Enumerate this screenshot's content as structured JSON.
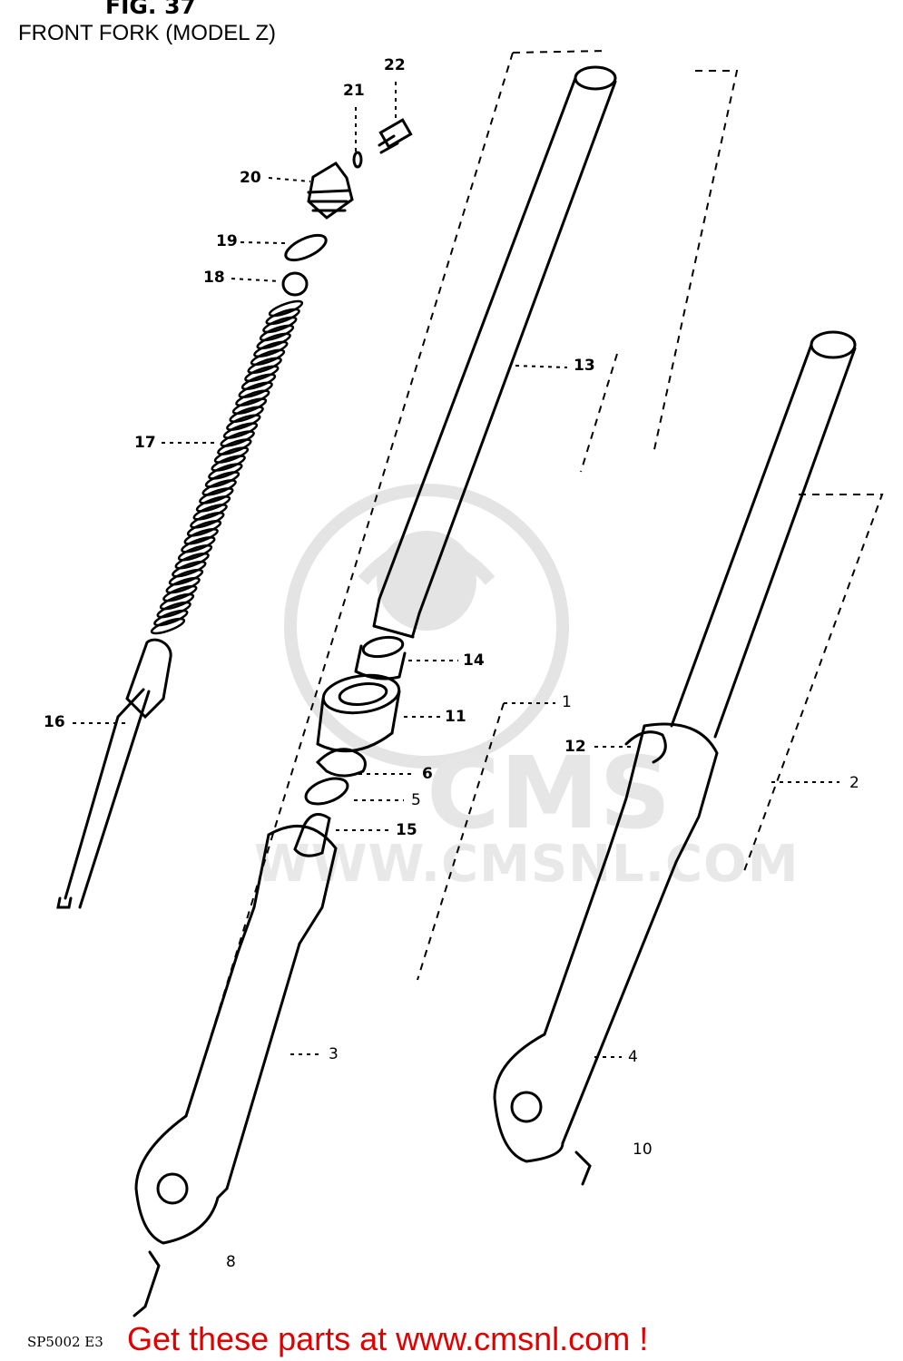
{
  "figure": {
    "title": "FIG. 37",
    "subtitle": "FRONT FORK (MODEL Z)",
    "code": "SP5002 E3"
  },
  "watermark": {
    "brand": "CMS",
    "url": "WWW.CMSNL.COM"
  },
  "promo": {
    "text": "Get these parts at www.cmsnl.com !",
    "color": "#e00000"
  },
  "parts": [
    {
      "id": "p22",
      "label": "22"
    },
    {
      "id": "p21",
      "label": "21"
    },
    {
      "id": "p20",
      "label": "20"
    },
    {
      "id": "p19",
      "label": "19"
    },
    {
      "id": "p18",
      "label": "18"
    },
    {
      "id": "p17",
      "label": "17"
    },
    {
      "id": "p16",
      "label": "16"
    },
    {
      "id": "p13",
      "label": "13"
    },
    {
      "id": "p14",
      "label": "14"
    },
    {
      "id": "p11",
      "label": "11"
    },
    {
      "id": "p1",
      "label": "1"
    },
    {
      "id": "p6",
      "label": "6"
    },
    {
      "id": "p5",
      "label": "5"
    },
    {
      "id": "p15",
      "label": "15"
    },
    {
      "id": "p12",
      "label": "12"
    },
    {
      "id": "p2",
      "label": "2"
    },
    {
      "id": "p3",
      "label": "3"
    },
    {
      "id": "p4",
      "label": "4"
    },
    {
      "id": "p10",
      "label": "10"
    },
    {
      "id": "p8",
      "label": "8"
    }
  ]
}
